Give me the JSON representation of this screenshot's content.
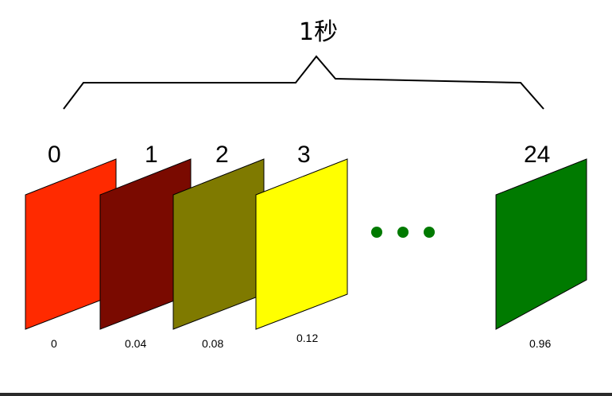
{
  "title": "1秒",
  "frames": [
    {
      "index": "0",
      "time": "0",
      "color": "#ff2a00"
    },
    {
      "index": "1",
      "time": "0.04",
      "color": "#7a0a00"
    },
    {
      "index": "2",
      "time": "0.08",
      "color": "#7f7a00"
    },
    {
      "index": "3",
      "time": "0.12",
      "color": "#ffff00"
    },
    {
      "index": "24",
      "time": "0.96",
      "color": "#007a00"
    }
  ],
  "ellipsis": {
    "color": "#007a00"
  }
}
